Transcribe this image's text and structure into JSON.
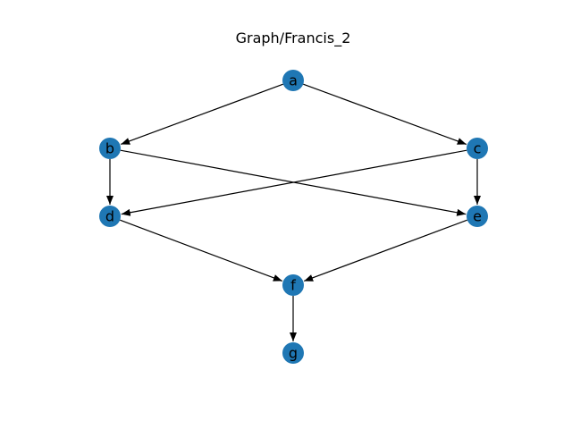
{
  "title": "Graph/Francis_2",
  "style": {
    "node_color": "#1f77b4",
    "edge_color": "#000000",
    "label_color": "#000000",
    "background": "#ffffff"
  },
  "nodes": [
    {
      "id": "a",
      "label": "a"
    },
    {
      "id": "b",
      "label": "b"
    },
    {
      "id": "c",
      "label": "c"
    },
    {
      "id": "d",
      "label": "d"
    },
    {
      "id": "e",
      "label": "e"
    },
    {
      "id": "f",
      "label": "f"
    },
    {
      "id": "g",
      "label": "g"
    }
  ],
  "edges": [
    {
      "from": "a",
      "to": "b"
    },
    {
      "from": "a",
      "to": "c"
    },
    {
      "from": "b",
      "to": "d"
    },
    {
      "from": "b",
      "to": "e"
    },
    {
      "from": "c",
      "to": "d"
    },
    {
      "from": "c",
      "to": "e"
    },
    {
      "from": "d",
      "to": "f"
    },
    {
      "from": "e",
      "to": "f"
    },
    {
      "from": "f",
      "to": "g"
    }
  ]
}
